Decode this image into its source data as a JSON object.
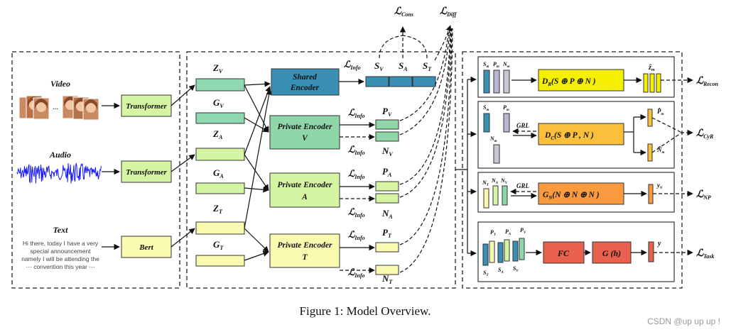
{
  "inputs": {
    "video": "Video",
    "audio": "Audio",
    "text": "Text",
    "text_sample_1": "Hi there, today I have a very",
    "text_sample_2": "special announcement",
    "text_sample_3": "namely I will be attending the",
    "text_sample_4": "··· convention this year ···",
    "dots": "···"
  },
  "extractors": {
    "video": "Transformer",
    "audio": "Transformer",
    "text": "Bert"
  },
  "features": {
    "zv": "Z",
    "zv_sub": "V",
    "gv": "G",
    "gv_sub": "V",
    "za": "Z",
    "za_sub": "A",
    "ga": "G",
    "ga_sub": "A",
    "zt": "Z",
    "zt_sub": "T",
    "gt": "G",
    "gt_sub": "T"
  },
  "encoders": {
    "shared_1": "Shared",
    "shared_2": "Encoder",
    "private_1": "Private Encoder",
    "private_v": "V",
    "private_a": "A",
    "private_t": "T"
  },
  "losses": {
    "script": "ℒ",
    "info": "Info",
    "cons": "Cons",
    "diff": "Diff",
    "recon": "Recon",
    "cyr": "CyR",
    "np": "NP",
    "task": "Task"
  },
  "reps": {
    "s": "S",
    "p": "P",
    "n": "N",
    "v": "V",
    "a": "A",
    "t": "T",
    "m": "m"
  },
  "decoders": {
    "dr": "D",
    "dr_sub": "R",
    "dr_args": "(S  ⊕ P  ⊕ N  )",
    "dc": "D",
    "dc_sub": "C",
    "dc_args": "(S  ⊕ P , N  )",
    "gn": "G",
    "gn_sub": "N",
    "gn_args": "(N  ⊕ N  ⊕ N  )",
    "grl": "GRL",
    "fc": "FC",
    "gh": "G (h)",
    "y": "y",
    "yn": "y"
  },
  "caption": "Figure 1: Model Overview.",
  "watermark": "CSDN @up up up !",
  "colors": {
    "extractor": "#d6f5a3",
    "feat_green": "#8fd9b0",
    "feat_yellow": "#fafab0",
    "shared": "#3a8fb5",
    "private_green": "#8fd6a8",
    "private_yellow": "#fafab0",
    "decoder_yellow": "#f5f000",
    "decoder_orange": "#fbbf3b",
    "decoder_orange2": "#f99a40",
    "fc_red": "#e8614f",
    "signal_blue": "#1a1aff"
  }
}
